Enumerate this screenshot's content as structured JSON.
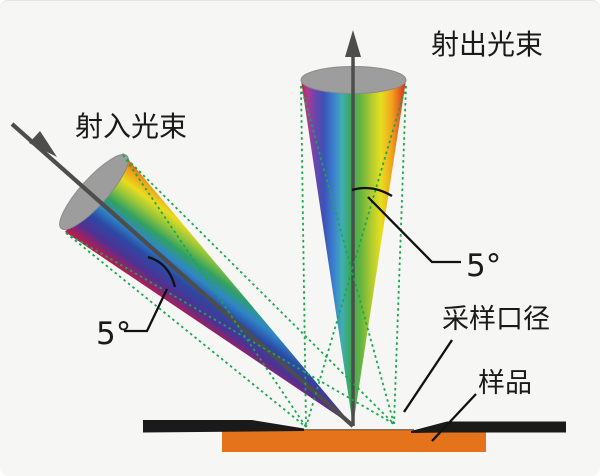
{
  "diagram": {
    "title_meaning": "d/0 spectrophotometer beam geometry",
    "labels": {
      "incident_beam": "射入光束",
      "exit_beam": "射出光束",
      "incident_angle": "5°",
      "exit_angle": "5°",
      "sampling_aperture": "采样口径",
      "sample": "样品"
    },
    "colors": {
      "background": "#f6f6f4",
      "dotted_tolerance_green": "#17a94b",
      "sample_orange": "#e4731b",
      "port_plate_black": "#1a1a1a",
      "beam_end_face_gray": "#9d9d9d",
      "beam_axis_gray": "#4d4d4d",
      "callout_black": "#111111"
    }
  }
}
